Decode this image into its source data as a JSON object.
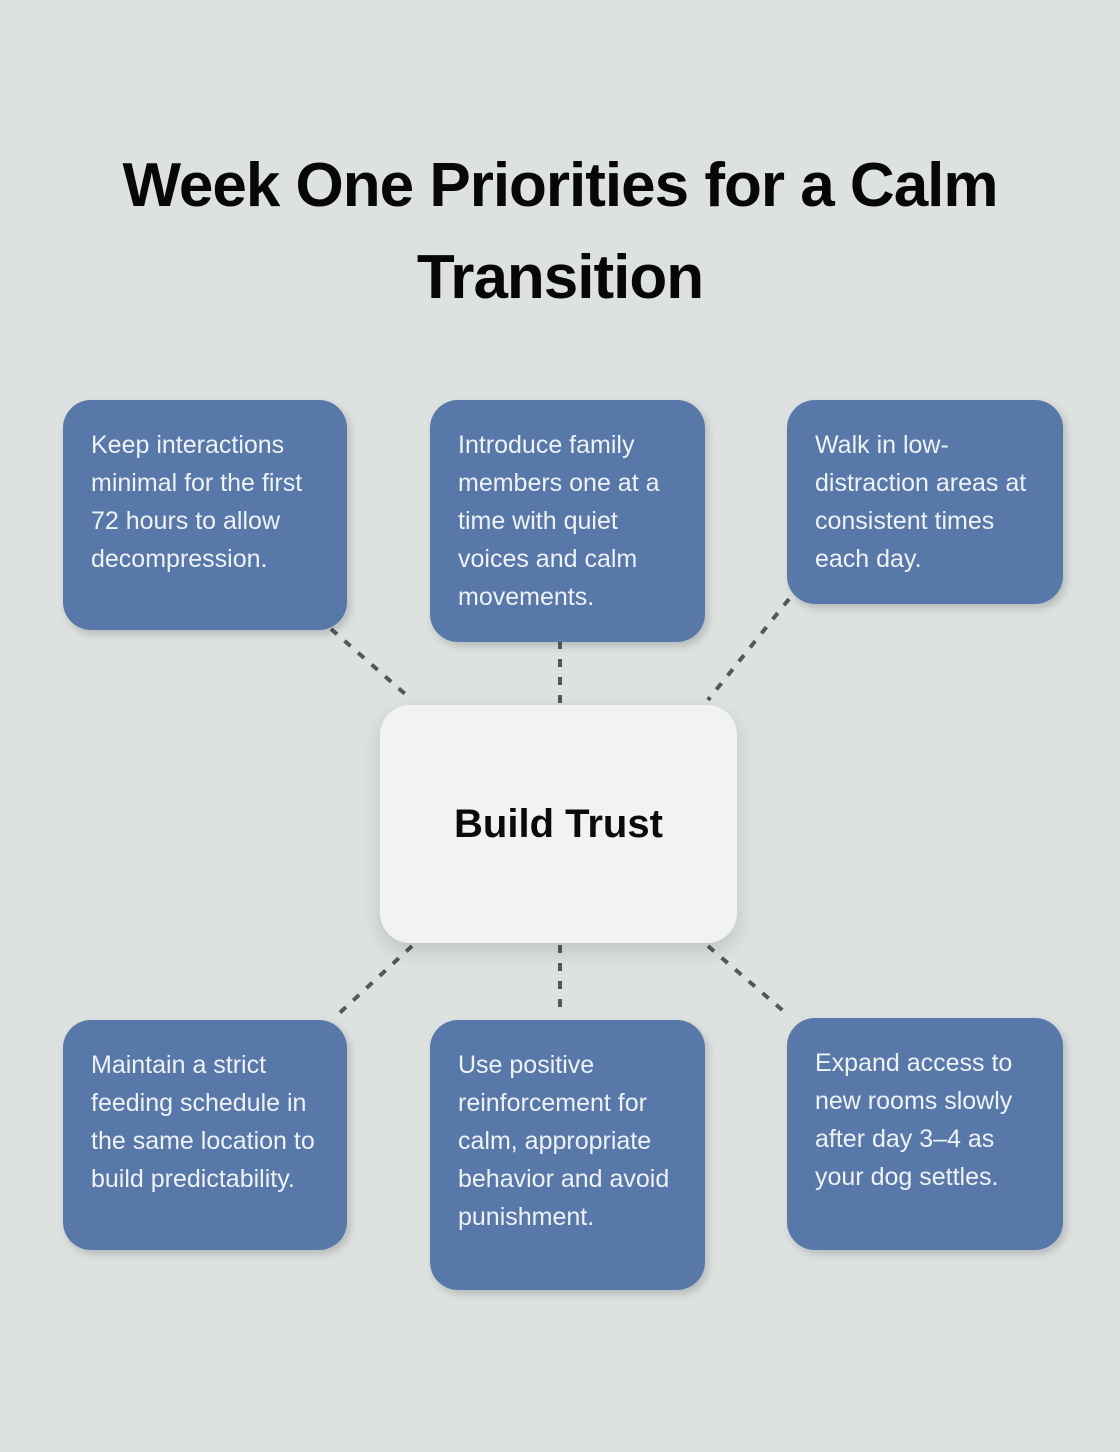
{
  "title": "Week One Priorities for a Calm Transition",
  "center": {
    "label": "Build Trust"
  },
  "nodes": [
    {
      "position": "top-left",
      "text": "Keep interactions minimal for the first 72 hours to allow decompression."
    },
    {
      "position": "top-center",
      "text": "Introduce family members one at a time with quiet voices and calm movements."
    },
    {
      "position": "top-right",
      "text": "Walk in low-distraction areas at consistent times each day."
    },
    {
      "position": "bottom-left",
      "text": "Maintain a strict feeding schedule in the same location to build predictability."
    },
    {
      "position": "bottom-center",
      "text": "Use positive reinforcement for calm, appropriate behavior and avoid punishment."
    },
    {
      "position": "bottom-right",
      "text": "Expand access to new rooms slowly after day 3–4 as your dog settles."
    }
  ],
  "colors": {
    "background": "#dde1df",
    "spoke_fill": "#5878aa",
    "spoke_text": "#eef2f2",
    "hub_fill": "#f1f3f1",
    "hub_text": "#0b0b0b",
    "connector": "#54575a",
    "title_text": "#070707"
  }
}
